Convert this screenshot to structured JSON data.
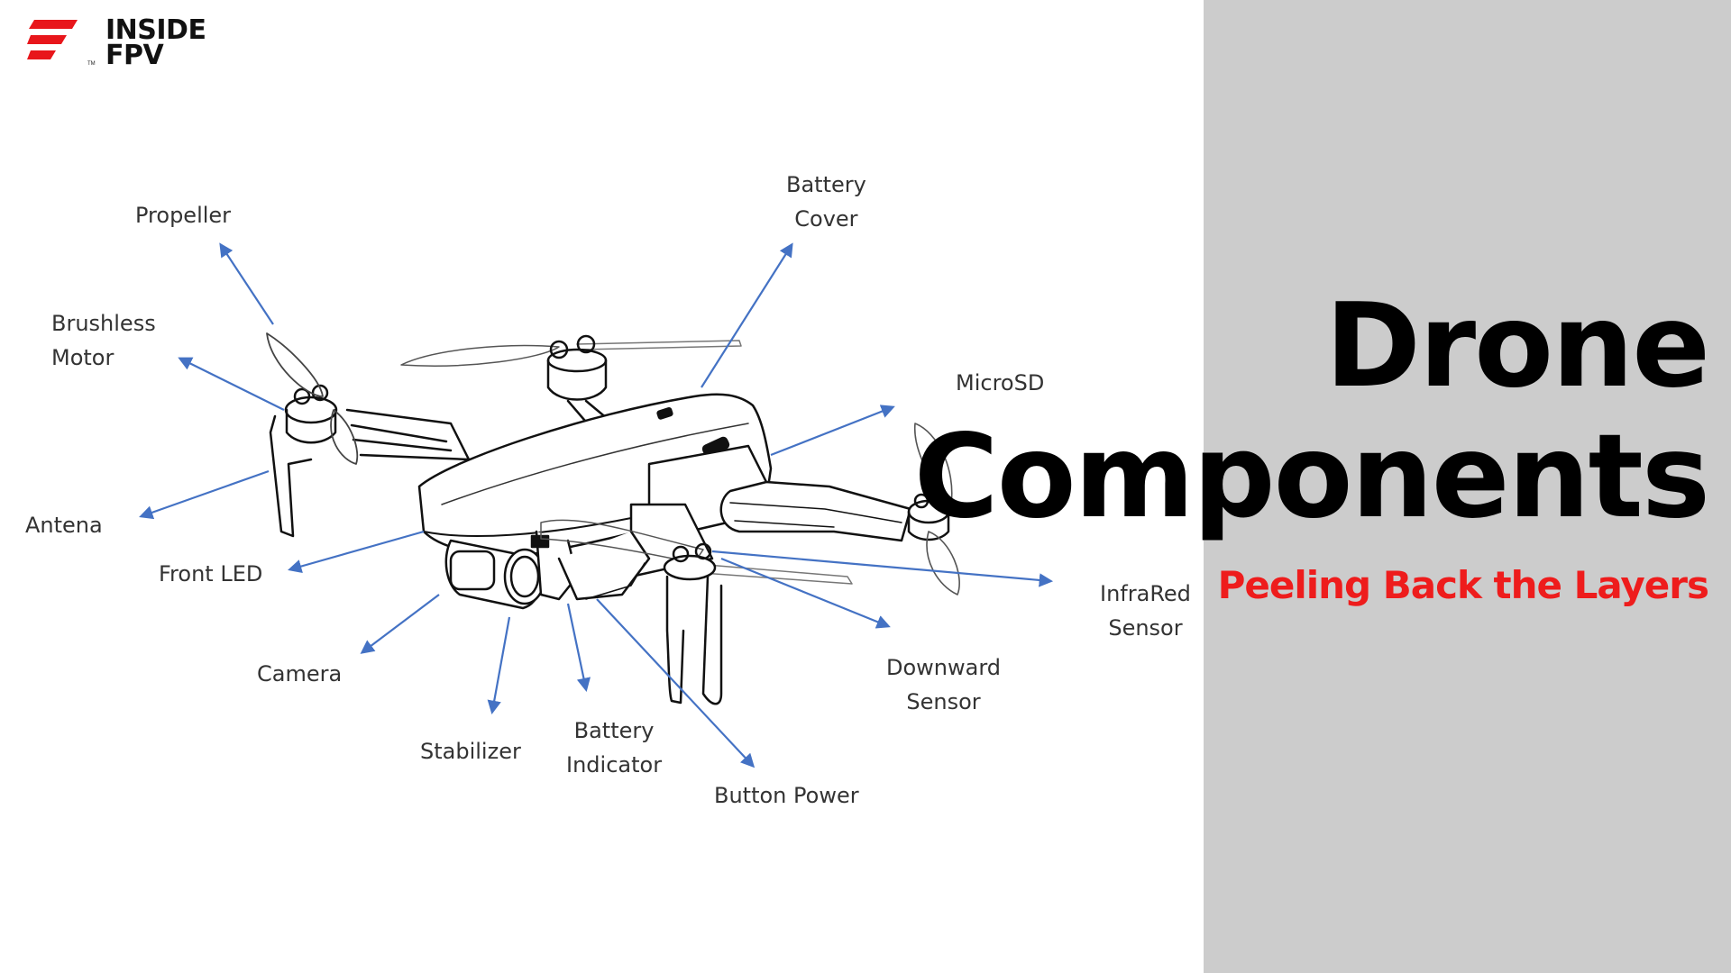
{
  "brand": {
    "name_line1": "INSIDE",
    "name_line2": "FPV",
    "trademark": "TM",
    "accent_color": "#e8161b"
  },
  "header": {
    "title_line1": "Drone",
    "title_line2": "Components",
    "subtitle": "Peeling Back the Layers",
    "subtitle_color": "#ee1c1c",
    "panel_color": "#cccccc"
  },
  "diagram": {
    "arrow_color": "#4472c4",
    "labels": [
      {
        "id": "propeller",
        "lines": [
          "Propeller"
        ]
      },
      {
        "id": "brushless-motor",
        "lines": [
          "Brushless",
          "Motor"
        ]
      },
      {
        "id": "antena",
        "lines": [
          "Antena"
        ]
      },
      {
        "id": "front-led",
        "lines": [
          "Front LED"
        ]
      },
      {
        "id": "camera",
        "lines": [
          "Camera"
        ]
      },
      {
        "id": "stabilizer",
        "lines": [
          "Stabilizer"
        ]
      },
      {
        "id": "battery-indicator",
        "lines": [
          "Battery",
          "Indicator"
        ]
      },
      {
        "id": "button-power",
        "lines": [
          "Button Power"
        ]
      },
      {
        "id": "downward-sensor",
        "lines": [
          "Downward",
          "Sensor"
        ]
      },
      {
        "id": "infrared-sensor",
        "lines": [
          "InfraRed",
          "Sensor"
        ]
      },
      {
        "id": "microsd",
        "lines": [
          "MicroSD"
        ]
      },
      {
        "id": "battery-cover",
        "lines": [
          "Battery",
          "Cover"
        ]
      }
    ]
  }
}
